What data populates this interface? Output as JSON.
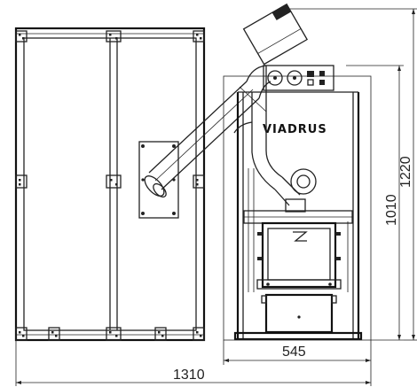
{
  "drawing": {
    "brand": "VIADRUS",
    "dimensions": {
      "overall_width": "1310",
      "boiler_width": "545",
      "boiler_height": "1010",
      "overall_height": "1220"
    }
  }
}
